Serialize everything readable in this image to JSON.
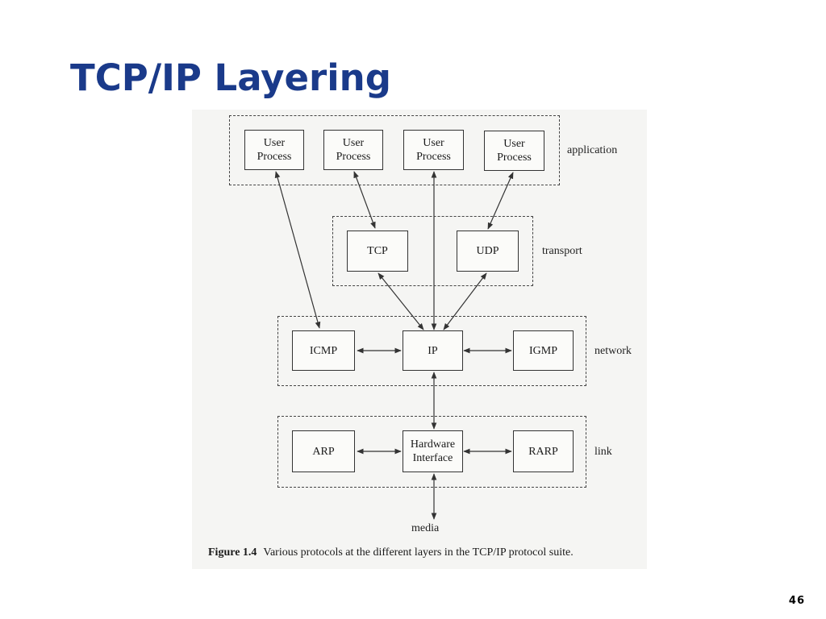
{
  "slide": {
    "title": "TCP/IP Layering",
    "title_color": "#1a3a8a",
    "page_number": "46"
  },
  "diagram": {
    "layers": [
      {
        "label": "application"
      },
      {
        "label": "transport"
      },
      {
        "label": "network"
      },
      {
        "label": "link"
      }
    ],
    "boxes": {
      "user_process_1": "User\nProcess",
      "user_process_2": "User\nProcess",
      "user_process_3": "User\nProcess",
      "user_process_4": "User\nProcess",
      "tcp": "TCP",
      "udp": "UDP",
      "icmp": "ICMP",
      "ip": "IP",
      "igmp": "IGMP",
      "arp": "ARP",
      "hardware_interface": "Hardware\nInterface",
      "rarp": "RARP"
    },
    "media_label": "media",
    "edges": [
      [
        "user_process_1",
        "icmp"
      ],
      [
        "user_process_2",
        "tcp"
      ],
      [
        "user_process_3",
        "ip"
      ],
      [
        "user_process_4",
        "udp"
      ],
      [
        "tcp",
        "ip"
      ],
      [
        "udp",
        "ip"
      ],
      [
        "icmp",
        "ip"
      ],
      [
        "ip",
        "igmp"
      ],
      [
        "ip",
        "hardware_interface"
      ],
      [
        "arp",
        "hardware_interface"
      ],
      [
        "hardware_interface",
        "rarp"
      ],
      [
        "hardware_interface",
        "media"
      ]
    ],
    "caption": {
      "number": "Figure 1.4",
      "text": "Various protocols at the different layers in the TCP/IP protocol suite."
    }
  }
}
